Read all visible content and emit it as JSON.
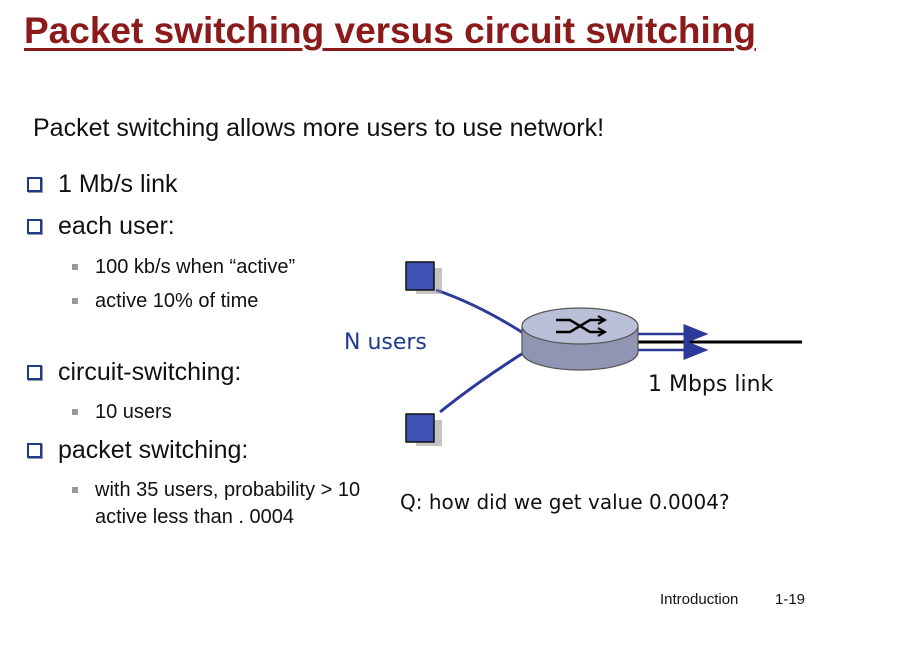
{
  "title": "Packet switching versus circuit switching",
  "subtitle": "Packet switching allows more users to use network!",
  "bullets": {
    "link": "1 Mb/s link",
    "each_user": "each user:",
    "each_user_sub": [
      "100 kb/s when “active”",
      "active 10% of time"
    ],
    "circuit": "circuit-switching:",
    "circuit_sub": [
      "10 users"
    ],
    "packet": "packet switching:",
    "packet_sub": [
      "with 35 users, probability > 10 active less than . 0004"
    ]
  },
  "diagram": {
    "n_users_label": "N users",
    "link_label": "1 Mbps link",
    "question": "Q: how did we get value 0.0004?"
  },
  "colors": {
    "title": "#8b1a1a",
    "bullet_box": "#1f3a8a",
    "user_box": "#3f51b5",
    "line": "#2e3a9a",
    "router": "#aeb4cc"
  },
  "footer": {
    "section": "Introduction",
    "page": "1-19"
  }
}
